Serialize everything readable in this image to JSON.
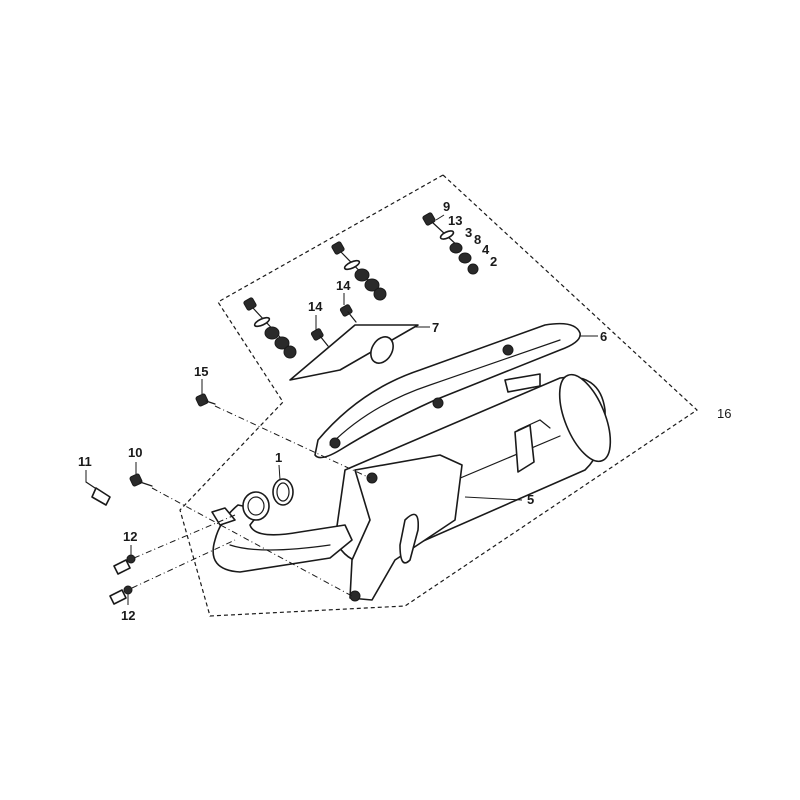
{
  "diagram": {
    "callouts": [
      {
        "id": "c1",
        "text": "1"
      },
      {
        "id": "c2",
        "text": "2"
      },
      {
        "id": "c3",
        "text": "3"
      },
      {
        "id": "c4",
        "text": "4"
      },
      {
        "id": "c5",
        "text": "5"
      },
      {
        "id": "c6",
        "text": "6"
      },
      {
        "id": "c7",
        "text": "7"
      },
      {
        "id": "c8",
        "text": "8"
      },
      {
        "id": "c9",
        "text": "9"
      },
      {
        "id": "c10",
        "text": "10"
      },
      {
        "id": "c11",
        "text": "11"
      },
      {
        "id": "c12a",
        "text": "12"
      },
      {
        "id": "c12b",
        "text": "12"
      },
      {
        "id": "c13",
        "text": "13"
      },
      {
        "id": "c14a",
        "text": "14"
      },
      {
        "id": "c14b",
        "text": "14"
      },
      {
        "id": "c15",
        "text": "15"
      },
      {
        "id": "c16",
        "text": "16"
      }
    ]
  }
}
